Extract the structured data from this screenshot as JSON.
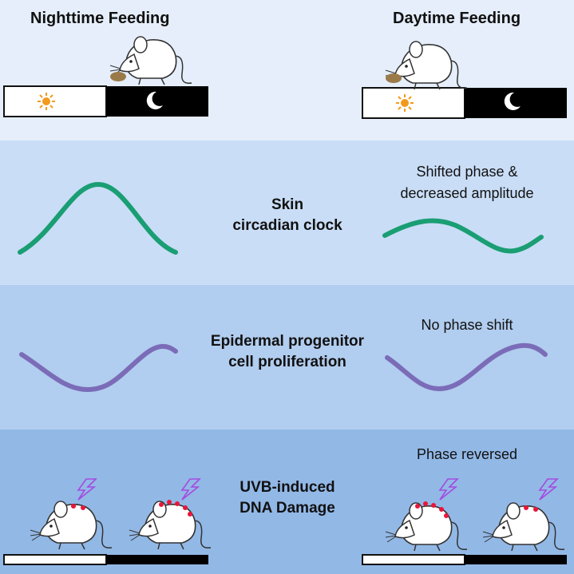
{
  "colors": {
    "band_top": "#e5eefa",
    "band_clock": "#c9ddf6",
    "band_prolif": "#b1cdef",
    "band_uvb": "#92b8e6",
    "clock_wave": "#1a9e73",
    "prolif_wave": "#7b6cb8",
    "sun": "#f29a1d",
    "damage_dots": "#e8163a",
    "uv_bolt": "#a44be0"
  },
  "header": {
    "left_title": "Nighttime Feeding",
    "right_title": "Daytime Feeding"
  },
  "rows": {
    "clock": {
      "label_line1": "Skin",
      "label_line2": "circadian clock",
      "note_line1": "Shifted phase &",
      "note_line2": "decreased amplitude"
    },
    "proliferation": {
      "label_line1": "Epidermal progenitor",
      "label_line2": "cell proliferation",
      "note": "No phase shift"
    },
    "uvb": {
      "label_line1": "UVB-induced",
      "label_line2": "DNA Damage",
      "note": "Phase reversed"
    }
  },
  "icons": {
    "mouse": "mouse-icon",
    "food": "food-pellet-icon",
    "sun": "sun-icon",
    "moon": "moon-icon",
    "uv": "uv-lightning-icon"
  }
}
